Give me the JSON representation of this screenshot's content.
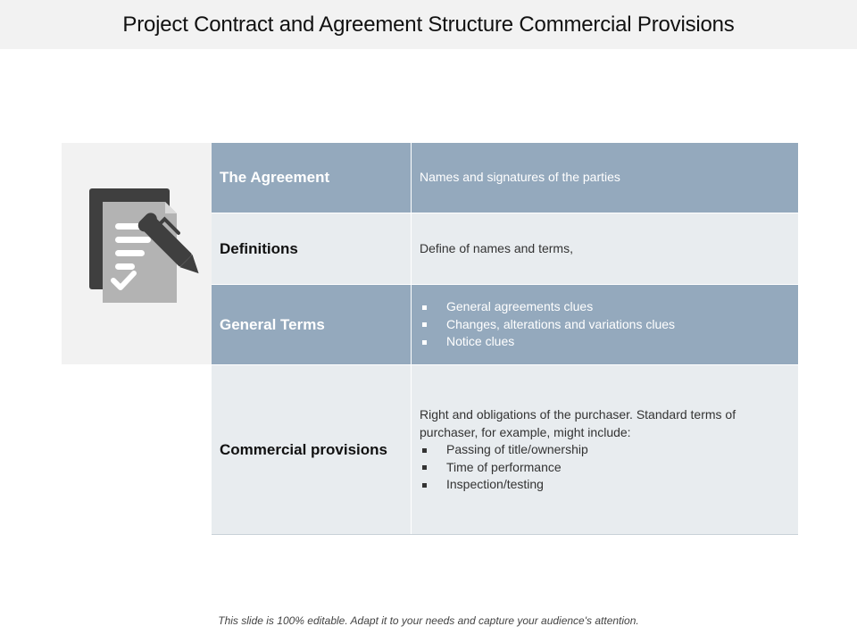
{
  "title": "Project Contract and Agreement Structure Commercial Provisions",
  "icon": "contract-signing-icon",
  "colors": {
    "header_row": "#94a9bd",
    "light_row": "#e8ecef",
    "panel": "#f2f2f2",
    "icon_dark": "#3f3f3f",
    "icon_light": "#b3b3b3"
  },
  "rows": [
    {
      "label": "The Agreement",
      "description": "Names and signatures of the parties"
    },
    {
      "label": "Definitions",
      "description": "Define of names and terms,"
    },
    {
      "label": "General Terms",
      "bullets": [
        "General agreements clues",
        "Changes, alterations and variations clues",
        "Notice clues"
      ]
    },
    {
      "label": "Commercial provisions",
      "description": "Right and obligations of the purchaser. Standard terms of purchaser, for example, might include:",
      "bullets": [
        "Passing of title/ownership",
        "Time of performance",
        "Inspection/testing"
      ]
    }
  ],
  "footer": "This slide is 100% editable. Adapt it to your needs and capture your audience's attention."
}
